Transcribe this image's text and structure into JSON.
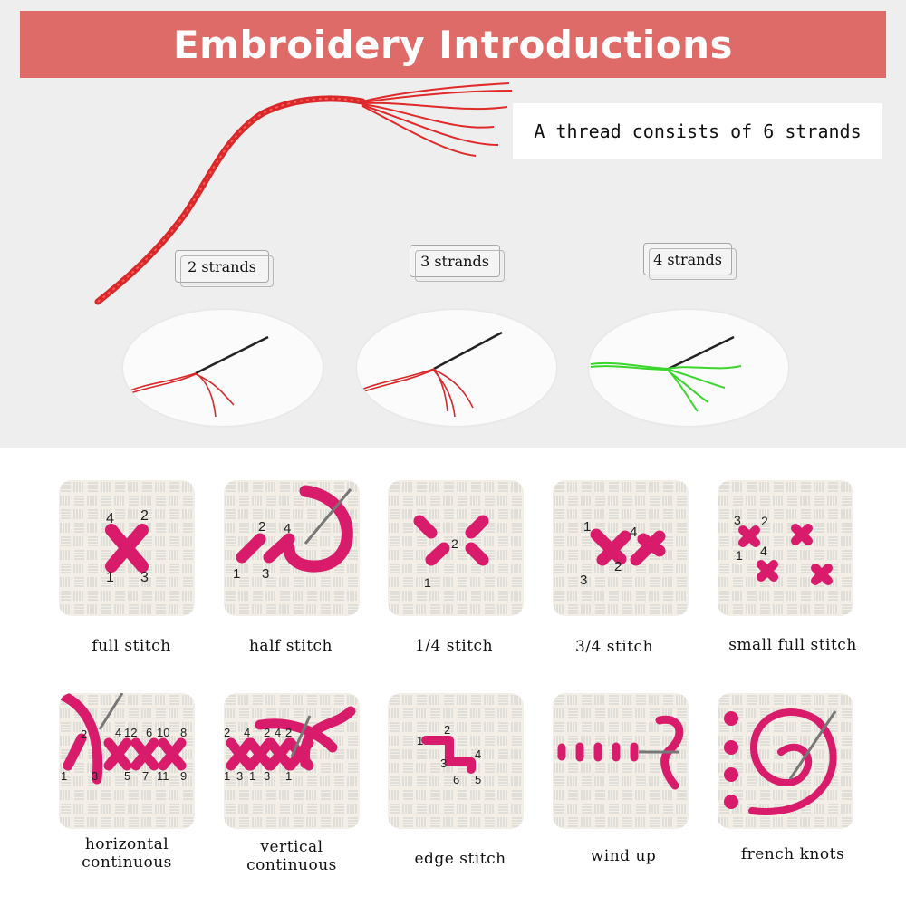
{
  "banner": {
    "title": "Embroidery Introductions"
  },
  "thread": {
    "caption": "A thread consists of 6 strands",
    "thread_color": "#e02a2a"
  },
  "strand_demos": [
    {
      "label": "2 strands",
      "thread_color": "#d8282a"
    },
    {
      "label": "3 strands",
      "thread_color": "#d8282a"
    },
    {
      "label": "4 strands",
      "thread_color": "#3ad62c"
    }
  ],
  "stitches": [
    {
      "caption_lines": [
        "full stitch"
      ],
      "numbers": [
        "4",
        "2",
        "1",
        "3"
      ]
    },
    {
      "caption_lines": [
        "half stitch"
      ],
      "numbers": [
        "2",
        "4",
        "1",
        "3"
      ]
    },
    {
      "caption_lines": [
        "1/4 stitch"
      ],
      "numbers": [
        "2",
        "1"
      ]
    },
    {
      "caption_lines": [
        "3/4 stitch"
      ],
      "numbers": [
        "1",
        "4",
        "2",
        "3"
      ]
    },
    {
      "caption_lines": [
        "small full stitch"
      ],
      "numbers": [
        "3",
        "2",
        "1",
        "4"
      ]
    },
    {
      "caption_lines": [
        "horizontal",
        "continuous"
      ],
      "numbers": [
        "2",
        "4",
        "12",
        "6",
        "10",
        "8",
        "1",
        "3",
        "5",
        "7",
        "11",
        "9"
      ]
    },
    {
      "caption_lines": [
        "vertical",
        "continuous"
      ],
      "numbers": [
        "2",
        "4",
        "2",
        "4",
        "2",
        "1",
        "3",
        "1",
        "3",
        "1"
      ]
    },
    {
      "caption_lines": [
        "edge stitch"
      ],
      "numbers": [
        "1",
        "2",
        "3",
        "4",
        "6",
        "5"
      ]
    },
    {
      "caption_lines": [
        "wind up"
      ],
      "numbers": []
    },
    {
      "caption_lines": [
        "french knots"
      ],
      "numbers": []
    }
  ],
  "colors": {
    "banner": "#de6b67",
    "stitch": "#d81b6a",
    "fabric": "#f3efe6"
  }
}
